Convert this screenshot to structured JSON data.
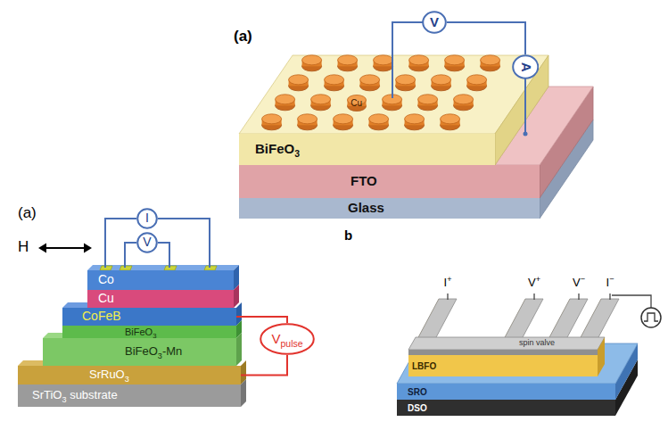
{
  "diagram": {
    "nodes": [
      {
        "text": [
          "V"
        ]
      },
      {
        "text": [
          "A"
        ]
      },
      {
        "text": [
          "Cu"
        ]
      },
      {
        "text": [
          "BiFeO3"
        ]
      },
      {
        "text": [
          "FTO"
        ]
      },
      {
        "text": [
          "Glass"
        ]
      },
      {
        "text": [
          "I"
        ]
      },
      {
        "text": [
          "V"
        ]
      },
      {
        "text": [
          "Co"
        ]
      },
      {
        "text": [
          "Cu"
        ]
      },
      {
        "text": [
          "CoFeB"
        ]
      },
      {
        "text": [
          "BiFeO3"
        ]
      },
      {
        "text": [
          "BiFeO3-Mn"
        ]
      },
      {
        "text": [
          "SrRuO3"
        ]
      },
      {
        "text": [
          "SrTiO3 substrate"
        ]
      },
      {
        "text": [
          "Vpulse"
        ]
      },
      {
        "text": [
          "spin valve"
        ]
      },
      {
        "text": [
          "LBFO"
        ]
      },
      {
        "text": [
          "SRO"
        ]
      },
      {
        "text": [
          "DSO"
        ]
      }
    ],
    "edges": [
      {
        "from": 0,
        "to": 1,
        "arrow": "none"
      },
      {
        "from": 10,
        "to": 15,
        "arrow": "none"
      },
      {
        "from": 13,
        "to": 15,
        "arrow": "none"
      }
    ],
    "labels": [
      "(a)",
      "(a)",
      "H",
      "b",
      "I+",
      "V+",
      "V−",
      "I−"
    ]
  }
}
